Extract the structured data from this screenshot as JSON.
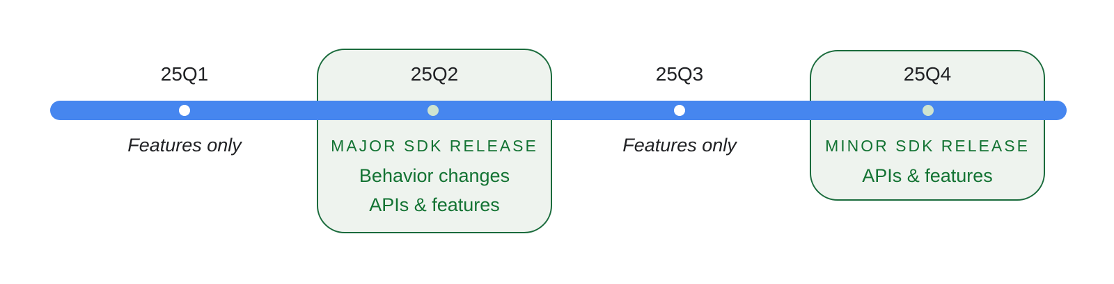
{
  "milestones": [
    {
      "quarter": "25Q1",
      "note": "Features only",
      "dot": "white"
    },
    {
      "quarter": "25Q2",
      "heading": "MAJOR SDK RELEASE",
      "details": [
        "Behavior changes",
        "APIs & features"
      ],
      "dot": "mint"
    },
    {
      "quarter": "25Q3",
      "note": "Features only",
      "dot": "white"
    },
    {
      "quarter": "25Q4",
      "heading": "MINOR SDK RELEASE",
      "details": [
        "APIs & features"
      ],
      "dot": "mint"
    }
  ],
  "colors": {
    "bar_blue": "#4686ef",
    "box_fill": "#eef3ee",
    "box_border": "#1a6b3c",
    "green_text": "#137333",
    "dark_text": "#202124",
    "dot_plain": "#ffffff",
    "dot_mint": "#cfe4d0",
    "background": "#ffffff"
  }
}
